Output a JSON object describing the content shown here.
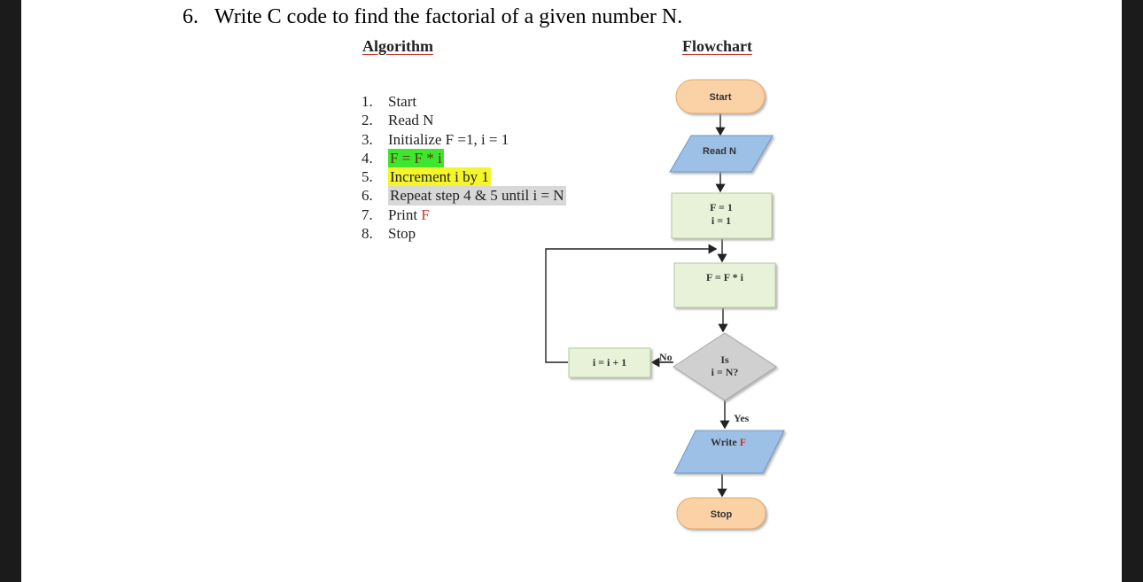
{
  "question": {
    "number": "6.",
    "text": "Write C code to find the factorial of a given number N."
  },
  "headings": {
    "algorithm": "Algorithm",
    "flowchart": "Flowchart"
  },
  "algorithm_steps": [
    {
      "n": "1.",
      "text": "Start"
    },
    {
      "n": "2.",
      "text": "Read N"
    },
    {
      "n": "3.",
      "text": "Initialize F =1, i = 1"
    },
    {
      "n": "4.",
      "text": "F = F * i"
    },
    {
      "n": "5.",
      "text": "Increment i by 1"
    },
    {
      "n": "6.",
      "text": "Repeat step 4 & 5 until i = N"
    },
    {
      "n": "7.",
      "pre": "Print ",
      "red": "F"
    },
    {
      "n": "8.",
      "text": "Stop"
    }
  ],
  "flowchart": {
    "start": "Start",
    "read": "Read  N",
    "init_line1": "F = 1",
    "init_line2": "i = 1",
    "process": "F = F * i",
    "decision_line1": "Is",
    "decision_line2": "i = N?",
    "increment": "i = i + 1",
    "no_label": "No",
    "yes_label": "Yes",
    "write_pre": "Write ",
    "write_red": "F",
    "stop": "Stop"
  },
  "colors": {
    "terminal_fill": "#fbd2a6",
    "io_fill": "#9dc0e6",
    "process_fill": "#e8f2d8",
    "decision_fill": "#d0d0d0",
    "highlight_green": "#3ee62f",
    "highlight_yellow": "#f4f52a",
    "red_text": "#c0392b"
  }
}
